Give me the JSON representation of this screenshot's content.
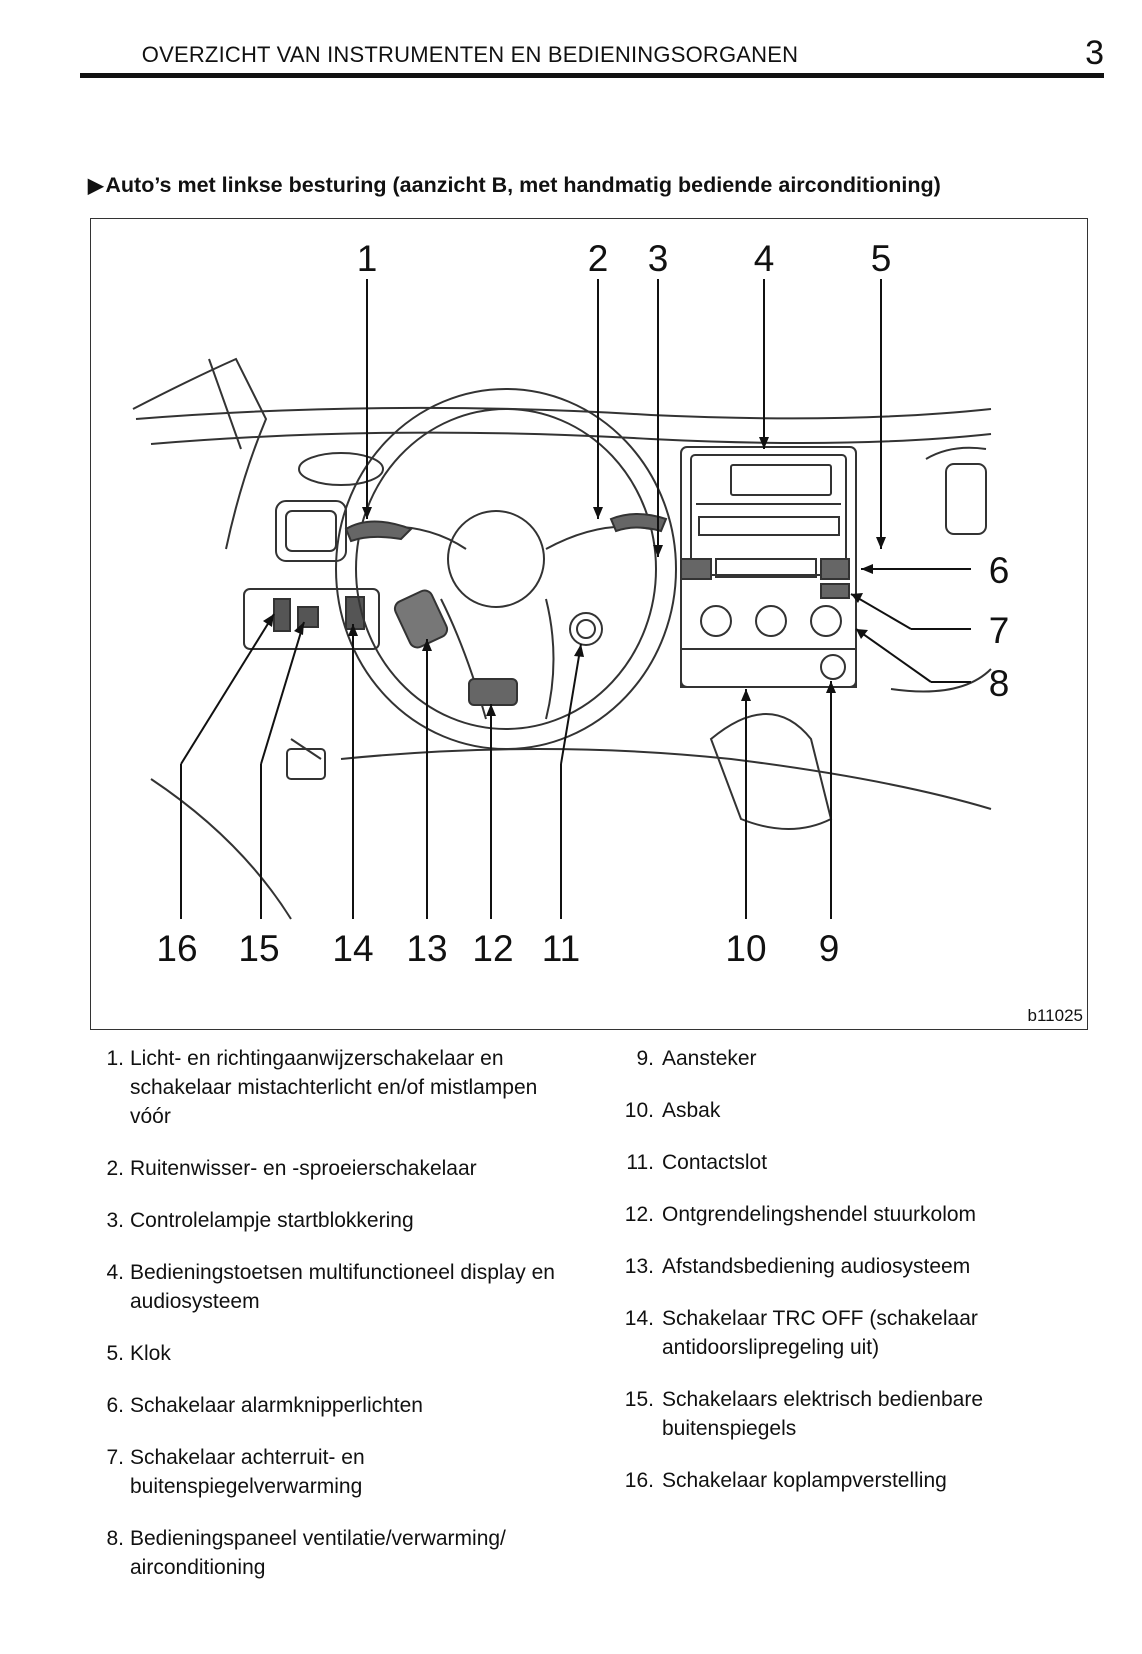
{
  "header": {
    "title": "OVERZICHT VAN INSTRUMENTEN EN BEDIENINGSORGANEN",
    "page_number": "3"
  },
  "section": {
    "heading_marker": "▶",
    "heading": "Auto’s met linkse besturing (aanzicht B, met handmatig bediende airconditioning)"
  },
  "figure": {
    "reference": "b11025",
    "callouts_top": [
      "1",
      "2",
      "3",
      "4",
      "5"
    ],
    "callouts_right": [
      "6",
      "7",
      "8"
    ],
    "callouts_bottom": [
      "16",
      "15",
      "14",
      "13",
      "12",
      "11",
      "10",
      "9"
    ]
  },
  "legend": {
    "left": [
      {
        "num": "1.",
        "text": "Licht- en richtingaanwijzerschakelaar en schakelaar mistachterlicht en/of mistlampen vóór"
      },
      {
        "num": "2.",
        "text": "Ruitenwisser- en -sproeierschakelaar"
      },
      {
        "num": "3.",
        "text": "Controlelampje startblokkering"
      },
      {
        "num": "4.",
        "text": "Bedieningstoetsen multifunctioneel display en audiosysteem"
      },
      {
        "num": "5.",
        "text": "Klok"
      },
      {
        "num": "6.",
        "text": "Schakelaar alarmknipperlichten"
      },
      {
        "num": "7.",
        "text": "Schakelaar achterruit- en buitenspiegelverwarming"
      },
      {
        "num": "8.",
        "text": "Bedieningspaneel ventilatie/verwarming/ airconditioning"
      }
    ],
    "right": [
      {
        "num": "9.",
        "text": "Aansteker"
      },
      {
        "num": "10.",
        "text": "Asbak"
      },
      {
        "num": "11.",
        "text": "Contactslot"
      },
      {
        "num": "12.",
        "text": "Ontgrendelingshendel stuurkolom"
      },
      {
        "num": "13.",
        "text": "Afstandsbediening audiosysteem"
      },
      {
        "num": "14.",
        "text": "Schakelaar TRC OFF (schakelaar antidoorslipregeling uit)"
      },
      {
        "num": "15.",
        "text": "Schakelaars elektrisch bedienbare buitenspiegels"
      },
      {
        "num": "16.",
        "text": "Schakelaar koplampverstelling"
      }
    ]
  }
}
